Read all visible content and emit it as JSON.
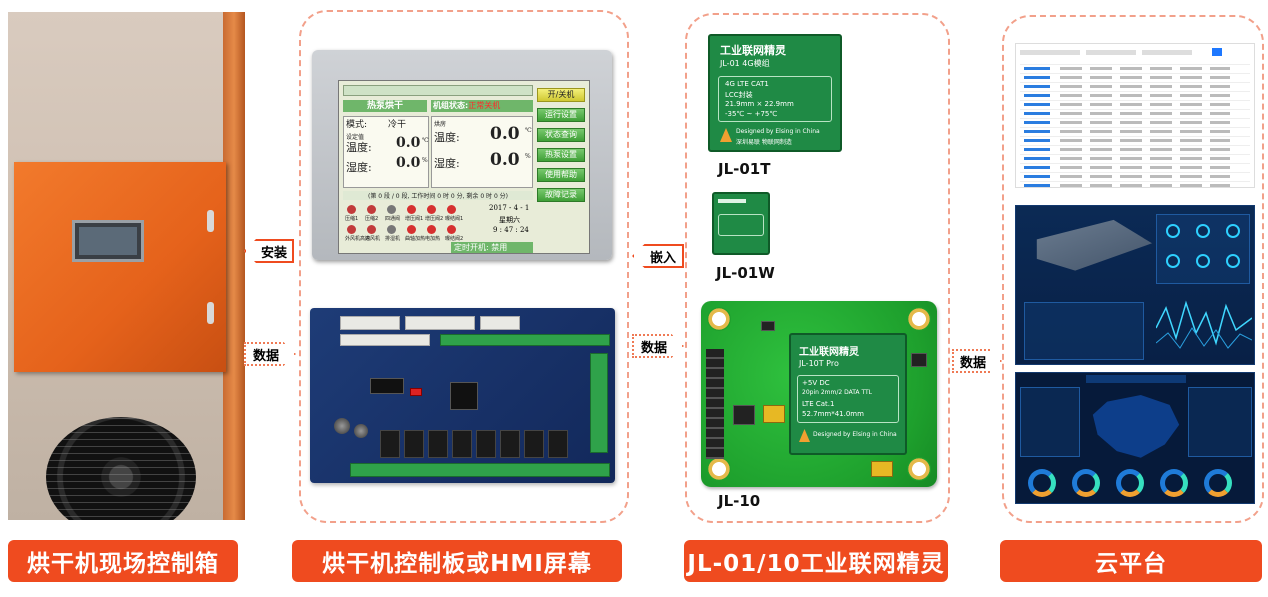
{
  "captions": {
    "site": "烘干机现场控制箱",
    "controller": "烘干机控制板或HMI屏幕",
    "module": "JL-01/10工业联网精灵",
    "cloud": "云平台"
  },
  "arrows": {
    "install": "安装",
    "data1": "数据",
    "embed": "嵌入",
    "data2": "数据",
    "data3": "数据"
  },
  "hmi": {
    "title": "热泵烘干",
    "state_prefix": "机组状态:",
    "state_value": "正常关机",
    "mode_label": "模式:",
    "mode_value": "冷干",
    "setting_label": "设定值",
    "temp_label": "温度:",
    "temp_value": "0.0",
    "temp_unit": "℃",
    "humid_label": "湿度:",
    "humid_value": "0.0",
    "humid_unit": "%",
    "room_label": "烘房",
    "room_temp_value": "0.0",
    "room_humid_value": "0.0",
    "stage_text": "(第 0 段 / 0 段, 工作时间  0 时 0 分, 剩余  0 时 0 分)",
    "date": "2017 - 4 - 1",
    "weekday": "星期六",
    "time": "9 : 47 : 24",
    "buttons": [
      "开/关机",
      "运行设置",
      "状态查询",
      "热泵设置",
      "使用帮助",
      "故障记录"
    ],
    "icon_labels": [
      "压缩1",
      "压缩2",
      "四通阀",
      "增压阀1",
      "增压阀2",
      "曝结阀1",
      "外风机高速",
      "内风机",
      "排湿机",
      "曲轴加热",
      "电加热",
      "曝结阀2"
    ],
    "timer_text": "定时开机: 禁用"
  },
  "modules": {
    "jl01t": {
      "brand": "工业联网精灵",
      "model_line": "JL-01  4G模组",
      "spec1": "4G LTE CAT1",
      "spec2": "LCC封装",
      "spec3": "21.9mm × 22.9mm",
      "spec4": "-35℃ ~ +75℃",
      "footer1": "Designed by Elsing in China",
      "footer2": "深圳易联 物联网制造",
      "label": "JL-01T"
    },
    "jl01w": {
      "label": "JL-01W"
    },
    "jl10": {
      "brand": "工业联网精灵",
      "model_line": "JL-10T Pro",
      "spec1": "+5V DC",
      "spec2": "20pin 2mm/2 DATA TTL",
      "spec3": "LTE Cat.1",
      "spec4": "52.7mm*41.0mm",
      "footer1": "Designed by Elsing in China",
      "label": "JL-10"
    }
  },
  "colors": {
    "accent": "#ef4b1f",
    "frame": "#f2a08a",
    "module_green": "#1f8a45"
  }
}
